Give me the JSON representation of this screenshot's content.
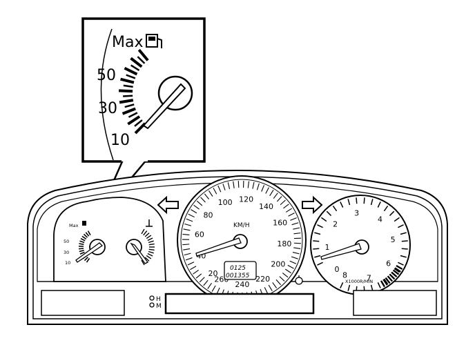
{
  "callout": {
    "max_label": "Max",
    "fuel_icon": "fuel-pump-icon",
    "scale": [
      "50",
      "30",
      "10"
    ]
  },
  "fuel_gauge": {
    "max_label": "Max",
    "fuel_icon": "fuel-pump-icon",
    "scale": [
      "50",
      "30",
      "10"
    ]
  },
  "temp_gauge": {
    "icon": "thermometer-icon"
  },
  "speedometer": {
    "labels": [
      "20",
      "40",
      "60",
      "80",
      "100",
      "120",
      "140",
      "160",
      "180",
      "200",
      "220",
      "240",
      "260"
    ],
    "unit": "KM/H",
    "trip_reading": "0125",
    "odometer_reading": "001355"
  },
  "tachometer": {
    "labels": [
      "0",
      "1",
      "2",
      "3",
      "4",
      "5",
      "6",
      "7",
      "8"
    ],
    "unit": "X1000R/MIN"
  },
  "indicators": {
    "left": "left-turn-arrow-icon",
    "right": "right-turn-arrow-icon",
    "service": "service-lamp-icon"
  },
  "lower_lights": [
    "H",
    "M"
  ]
}
